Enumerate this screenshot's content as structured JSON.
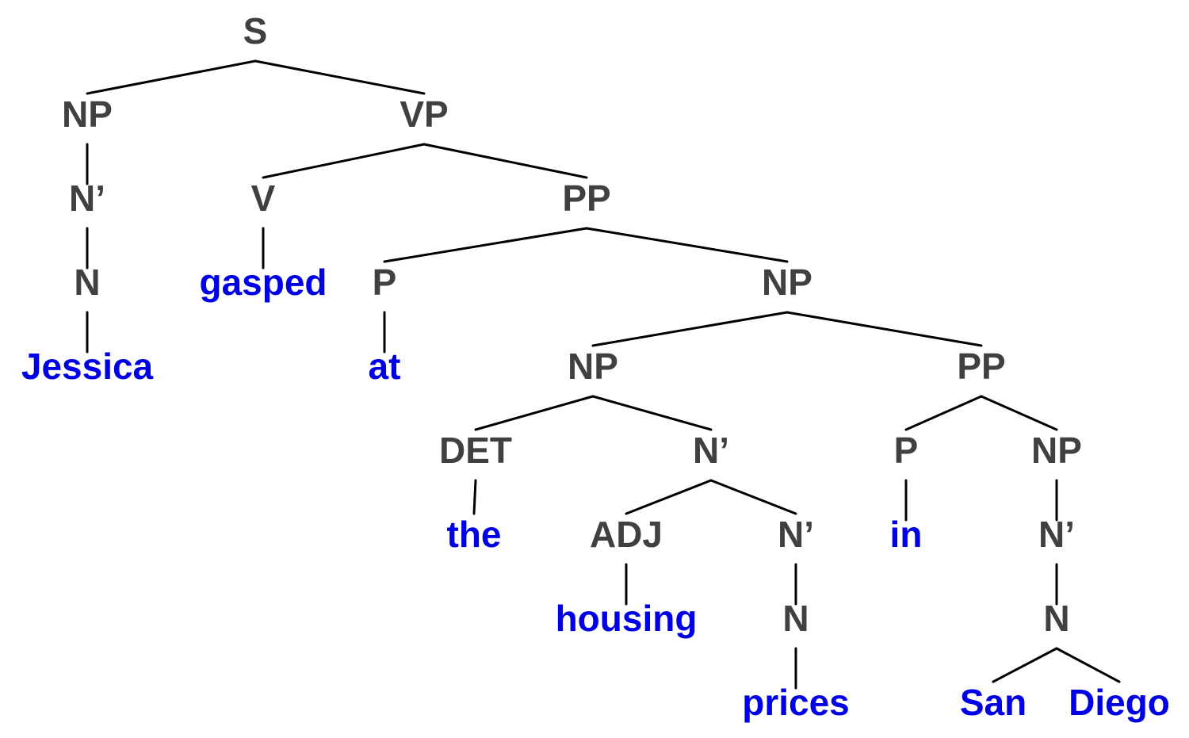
{
  "colors": {
    "category": "#404040",
    "word": "#0000e6",
    "edge": "#000000",
    "background": "#ffffff"
  },
  "tree": {
    "nodes": [
      {
        "id": "s",
        "label": "S",
        "kind": "category"
      },
      {
        "id": "np1",
        "label": "NP",
        "kind": "category"
      },
      {
        "id": "vp",
        "label": "VP",
        "kind": "category"
      },
      {
        "id": "nbar1",
        "label": "N’",
        "kind": "category"
      },
      {
        "id": "v",
        "label": "V",
        "kind": "category"
      },
      {
        "id": "pp1",
        "label": "PP",
        "kind": "category"
      },
      {
        "id": "n1",
        "label": "N",
        "kind": "category"
      },
      {
        "id": "gasped",
        "label": "gasped",
        "kind": "word"
      },
      {
        "id": "p1",
        "label": "P",
        "kind": "category"
      },
      {
        "id": "np2",
        "label": "NP",
        "kind": "category"
      },
      {
        "id": "jessica",
        "label": "Jessica",
        "kind": "word"
      },
      {
        "id": "at",
        "label": "at",
        "kind": "word"
      },
      {
        "id": "np3",
        "label": "NP",
        "kind": "category"
      },
      {
        "id": "pp2",
        "label": "PP",
        "kind": "category"
      },
      {
        "id": "det",
        "label": "DET",
        "kind": "category"
      },
      {
        "id": "nbar2",
        "label": "N’",
        "kind": "category"
      },
      {
        "id": "p2",
        "label": "P",
        "kind": "category"
      },
      {
        "id": "np4",
        "label": "NP",
        "kind": "category"
      },
      {
        "id": "the",
        "label": "the",
        "kind": "word"
      },
      {
        "id": "adj",
        "label": "ADJ",
        "kind": "category"
      },
      {
        "id": "nbar3",
        "label": "N’",
        "kind": "category"
      },
      {
        "id": "in",
        "label": "in",
        "kind": "word"
      },
      {
        "id": "nbar4",
        "label": "N’",
        "kind": "category"
      },
      {
        "id": "housing",
        "label": "housing",
        "kind": "word"
      },
      {
        "id": "n2",
        "label": "N",
        "kind": "category"
      },
      {
        "id": "n3",
        "label": "N",
        "kind": "category"
      },
      {
        "id": "prices",
        "label": "prices",
        "kind": "word"
      },
      {
        "id": "san",
        "label": "San",
        "kind": "word"
      },
      {
        "id": "diego",
        "label": "Diego",
        "kind": "word"
      }
    ],
    "edges": [
      [
        "s",
        "np1"
      ],
      [
        "s",
        "vp"
      ],
      [
        "np1",
        "nbar1"
      ],
      [
        "nbar1",
        "n1"
      ],
      [
        "n1",
        "jessica"
      ],
      [
        "vp",
        "v"
      ],
      [
        "vp",
        "pp1"
      ],
      [
        "v",
        "gasped"
      ],
      [
        "pp1",
        "p1"
      ],
      [
        "pp1",
        "np2"
      ],
      [
        "p1",
        "at"
      ],
      [
        "np2",
        "np3"
      ],
      [
        "np2",
        "pp2"
      ],
      [
        "np3",
        "det"
      ],
      [
        "np3",
        "nbar2"
      ],
      [
        "det",
        "the"
      ],
      [
        "nbar2",
        "adj"
      ],
      [
        "nbar2",
        "nbar3"
      ],
      [
        "adj",
        "housing"
      ],
      [
        "nbar3",
        "n2"
      ],
      [
        "n2",
        "prices"
      ],
      [
        "pp2",
        "p2"
      ],
      [
        "pp2",
        "np4"
      ],
      [
        "p2",
        "in"
      ],
      [
        "np4",
        "nbar4"
      ],
      [
        "nbar4",
        "n3"
      ],
      [
        "n3",
        "san"
      ],
      [
        "n3",
        "diego"
      ]
    ]
  }
}
